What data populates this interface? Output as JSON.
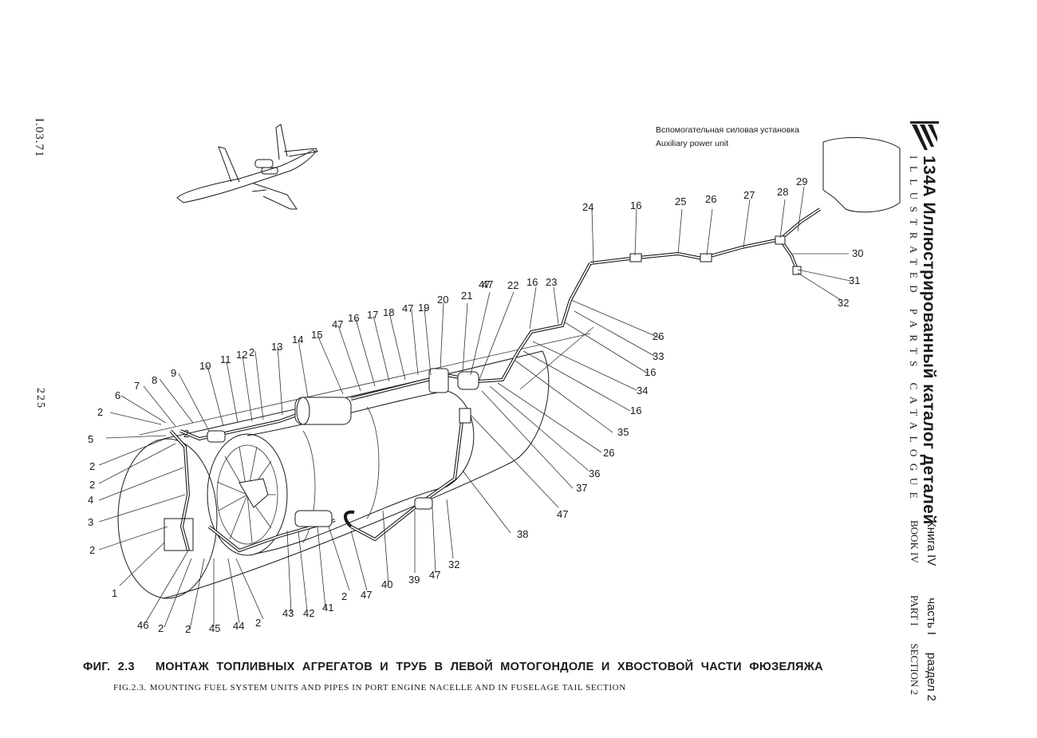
{
  "page": {
    "code": "I.03.71",
    "number": "225"
  },
  "side": {
    "logo": "Yak-like wing logo",
    "title_ru": "134А Иллюстрированный каталог деталей",
    "title_en": "ILLUSTRATED PARTS CATALOGUE",
    "book_ru": {
      "book": "Книга IV",
      "part": "часть I",
      "section": "раздел 2"
    },
    "book_en": {
      "book": "BOOK IV",
      "part": "PART I",
      "section": "SECTION 2"
    }
  },
  "apu_label": {
    "ru": "Вспомогательная силовая установка",
    "en": "Auxiliary power unit"
  },
  "caption": {
    "fig_ru": "ФИГ. 2.3",
    "title_ru": "МОНТАЖ ТОПЛИВНЫХ АГРЕГАТОВ И ТРУБ В ЛЕВОЙ МОТОГОНДОЛЕ И ХВОСТОВОЙ ЧАСТИ ФЮЗЕЛЯЖА",
    "fig_en": "FIG.2.3.",
    "title_en": "MOUNTING FUEL SYSTEM UNITS AND PIPES IN PORT ENGINE NACELLE AND IN FUSELAGE TAIL SECTION"
  },
  "callouts": [
    {
      "n": "1"
    },
    {
      "n": "2"
    },
    {
      "n": "2"
    },
    {
      "n": "2"
    },
    {
      "n": "2"
    },
    {
      "n": "2"
    },
    {
      "n": "2"
    },
    {
      "n": "2"
    },
    {
      "n": "2"
    },
    {
      "n": "2"
    },
    {
      "n": "2"
    },
    {
      "n": "3"
    },
    {
      "n": "4"
    },
    {
      "n": "5"
    },
    {
      "n": "6"
    },
    {
      "n": "7"
    },
    {
      "n": "8"
    },
    {
      "n": "9"
    },
    {
      "n": "10"
    },
    {
      "n": "11"
    },
    {
      "n": "12"
    },
    {
      "n": "13"
    },
    {
      "n": "14"
    },
    {
      "n": "15"
    },
    {
      "n": "16"
    },
    {
      "n": "16"
    },
    {
      "n": "16"
    },
    {
      "n": "16"
    },
    {
      "n": "16"
    },
    {
      "n": "17"
    },
    {
      "n": "18"
    },
    {
      "n": "19"
    },
    {
      "n": "20"
    },
    {
      "n": "21"
    },
    {
      "n": "22"
    },
    {
      "n": "23"
    },
    {
      "n": "24"
    },
    {
      "n": "25"
    },
    {
      "n": "26"
    },
    {
      "n": "26"
    },
    {
      "n": "26"
    },
    {
      "n": "27"
    },
    {
      "n": "28"
    },
    {
      "n": "29"
    },
    {
      "n": "30"
    },
    {
      "n": "31"
    },
    {
      "n": "32"
    },
    {
      "n": "32"
    },
    {
      "n": "33"
    },
    {
      "n": "34"
    },
    {
      "n": "35"
    },
    {
      "n": "36"
    },
    {
      "n": "37"
    },
    {
      "n": "38"
    },
    {
      "n": "39"
    },
    {
      "n": "40"
    },
    {
      "n": "41"
    },
    {
      "n": "42"
    },
    {
      "n": "43"
    },
    {
      "n": "44"
    },
    {
      "n": "45"
    },
    {
      "n": "46"
    },
    {
      "n": "47"
    },
    {
      "n": "47"
    },
    {
      "n": "47"
    },
    {
      "n": "47"
    },
    {
      "n": "47"
    },
    {
      "n": "47"
    },
    {
      "n": "47"
    }
  ]
}
